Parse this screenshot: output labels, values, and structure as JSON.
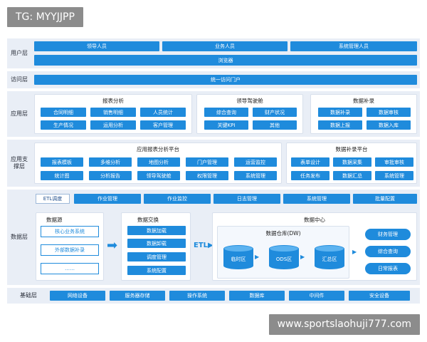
{
  "top_tag": "TG: MYYJJPP",
  "watermark": "www.sportslaohuji777.com",
  "user_layer": {
    "label": "用户层",
    "roles": [
      "领导人员",
      "业务人员",
      "系统管理人员"
    ],
    "browser": "浏览器"
  },
  "access_layer": {
    "label": "访问层",
    "portal": "统一访问门户"
  },
  "app_layer": {
    "label": "应用层",
    "groups": [
      {
        "title": "报表分析",
        "items": [
          "合同明细",
          "销售明细",
          "人员统计",
          "生产情况",
          "运用分析",
          "客户管理"
        ]
      },
      {
        "title": "领导驾驶舱",
        "items": [
          "综合查询",
          "财产状况",
          "关键KPI",
          "其他"
        ]
      },
      {
        "title": "数据补录",
        "items": [
          "数据补录",
          "数据审核",
          "数据上报",
          "数据入库"
        ]
      }
    ]
  },
  "support_layer": {
    "label": "应用支撑层",
    "groups": [
      {
        "title": "应用报表分析平台",
        "items": [
          "报表模板",
          "多维分析",
          "地图分析",
          "门户管理",
          "运营监控",
          "统计图",
          "分析报告",
          "领导驾驶舱",
          "权限管理",
          "系统管理"
        ]
      },
      {
        "title": "数据补录平台",
        "items": [
          "表单设计",
          "数据采集",
          "审批审核",
          "任务发布",
          "数据汇总",
          "系统管理"
        ]
      }
    ]
  },
  "data_layer": {
    "label": "数据层",
    "etl_label": "ETL调度",
    "etl_items": [
      "作业管理",
      "作业监控",
      "日志管理",
      "系统管理",
      "批量配置"
    ],
    "source": {
      "title": "数据源",
      "items": [
        "核心业务系统",
        "外部数据补录",
        "……"
      ]
    },
    "exchange": {
      "title": "数据交换",
      "items": [
        "数据加载",
        "数据卸载",
        "调度管理",
        "系统配置"
      ]
    },
    "center": {
      "title": "数据中心",
      "warehouse_title": "数据仓库(DW)",
      "zones": [
        "临时区",
        "ODS区",
        "汇总区"
      ],
      "marts": [
        "财务管理",
        "综合查询",
        "日常报表"
      ],
      "etl_short": "ETL"
    }
  },
  "base_layer": {
    "label": "基础层",
    "items": [
      "网络设备",
      "服务器存储",
      "操作系统",
      "数据库",
      "中间件",
      "安全设备"
    ]
  },
  "colors": {
    "accent": "#1f8bdc",
    "layer_bg": "#e9eef6",
    "tag_bg": "#8c8c8c"
  }
}
